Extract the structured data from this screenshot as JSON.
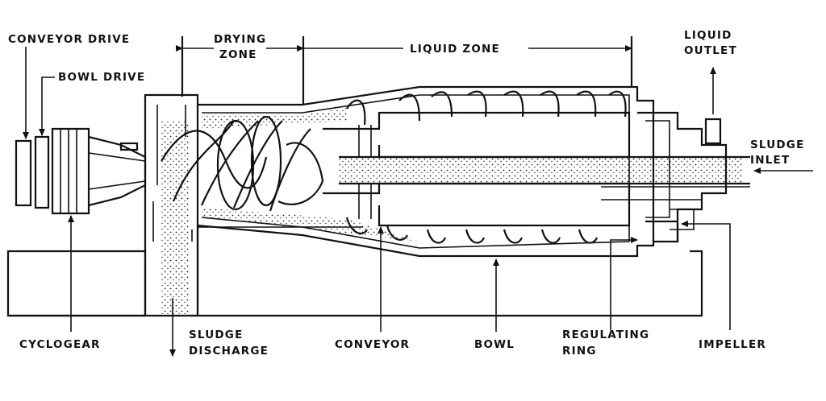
{
  "labels": {
    "conveyor_drive": "CONVEYOR DRIVE",
    "bowl_drive": "BOWL DRIVE",
    "drying_zone_1": "DRYING",
    "drying_zone_2": "ZONE",
    "liquid_zone": "LIQUID ZONE",
    "liquid_outlet_1": "LIQUID",
    "liquid_outlet_2": "OUTLET",
    "sludge_inlet_1": "SLUDGE",
    "sludge_inlet_2": "INLET",
    "cyclogear": "CYCLOGEAR",
    "sludge_discharge_1": "SLUDGE",
    "sludge_discharge_2": "DISCHARGE",
    "conveyor": "CONVEYOR",
    "bowl": "BOWL",
    "regulating_ring_1": "REGULATING",
    "regulating_ring_2": "RING",
    "impeller": "IMPELLER"
  },
  "colors": {
    "ink": "#111111",
    "background": "#ffffff"
  }
}
